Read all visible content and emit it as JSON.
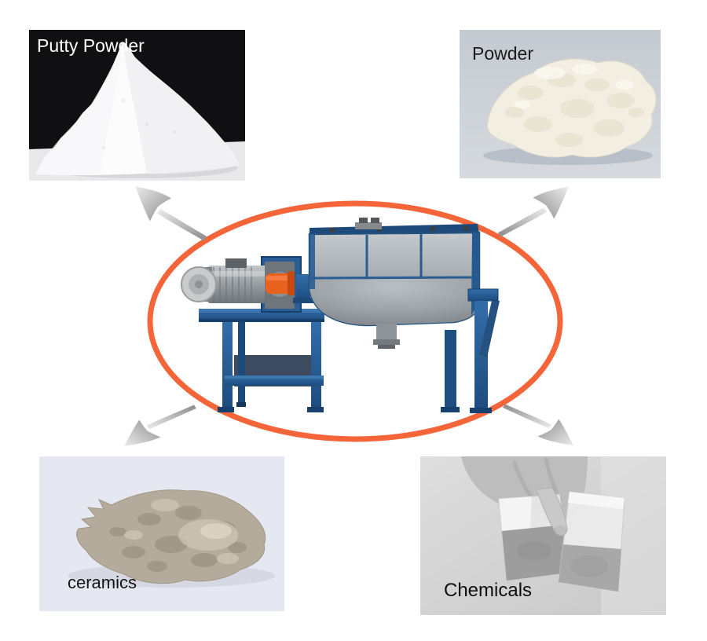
{
  "applications": {
    "putty_powder": {
      "label": "Putty Powder",
      "position": "top-left"
    },
    "powder": {
      "label": "Powder",
      "position": "top-right"
    },
    "ceramics": {
      "label": "ceramics",
      "position": "bottom-left"
    },
    "chemicals": {
      "label": "Chemicals",
      "position": "bottom-right"
    }
  },
  "machine": {
    "name": "horizontal-ribbon-mixer"
  },
  "colors": {
    "ellipse_accent": "#F4663A",
    "machine_blue": "#2A5D93",
    "coupling_orange": "#E8611F",
    "arrow_silver": "#B9B9B9",
    "putty_bg": "#101013",
    "ceramics_bg": "#E5E8F0"
  },
  "icons": {
    "arrow_top_left": "curved-arrow-up-left-icon",
    "arrow_top_right": "curved-arrow-up-right-icon",
    "arrow_bottom_left": "curved-arrow-down-left-icon",
    "arrow_bottom_right": "curved-arrow-down-right-icon"
  }
}
